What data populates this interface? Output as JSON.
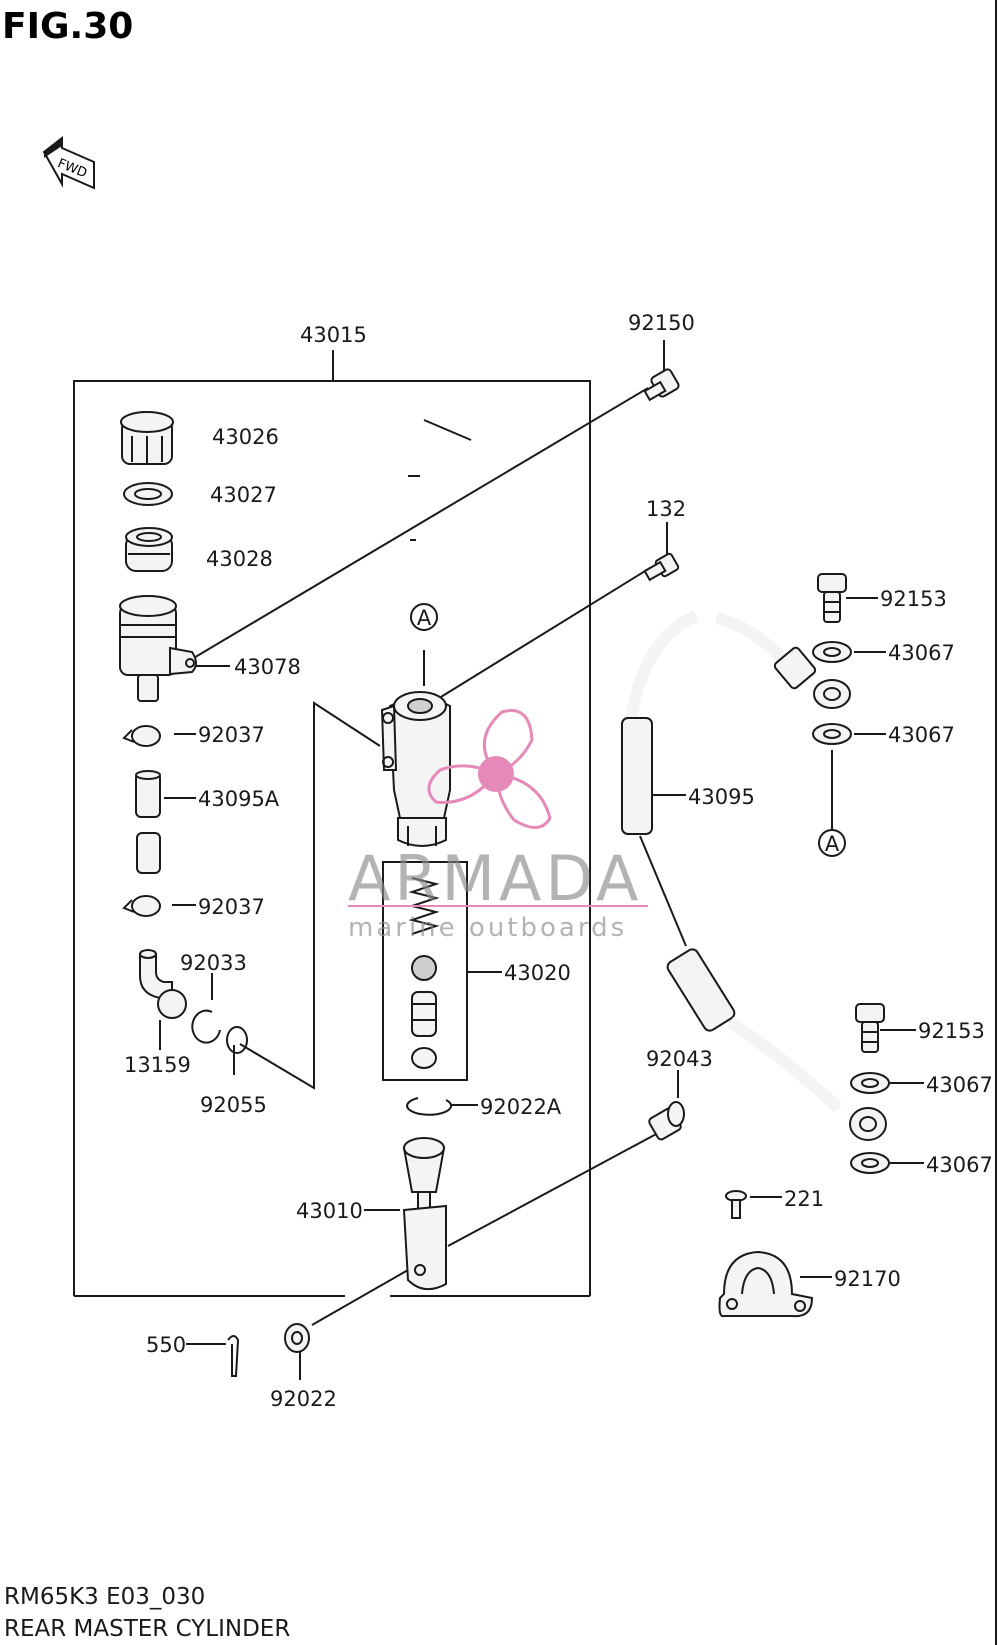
{
  "figure": {
    "title": "FIG.30",
    "fwd_label": "FWD"
  },
  "ref_marker": "A",
  "labels": {
    "p43015": "43015",
    "p92150": "92150",
    "p43026": "43026",
    "p43027": "43027",
    "p43028": "43028",
    "p43078": "43078",
    "p132": "132",
    "p92153a": "92153",
    "p43067a": "43067",
    "p43067b": "43067",
    "p92037a": "92037",
    "p43095A": "43095A",
    "p43095": "43095",
    "p92037b": "92037",
    "p92033": "92033",
    "p43020": "43020",
    "p13159": "13159",
    "p92055": "92055",
    "p92153b": "92153",
    "p43067c": "43067",
    "p92043": "92043",
    "p92022A": "92022A",
    "p43067d": "43067",
    "p43010": "43010",
    "p221": "221",
    "p92170": "92170",
    "p550": "550",
    "p92022": "92022"
  },
  "watermark": {
    "brand": "ARMADA",
    "tagline": "marine outboards",
    "accent": "#e58ab8"
  },
  "footer": {
    "code": "RM65K3 E03_030",
    "name": "REAR MASTER CYLINDER"
  }
}
